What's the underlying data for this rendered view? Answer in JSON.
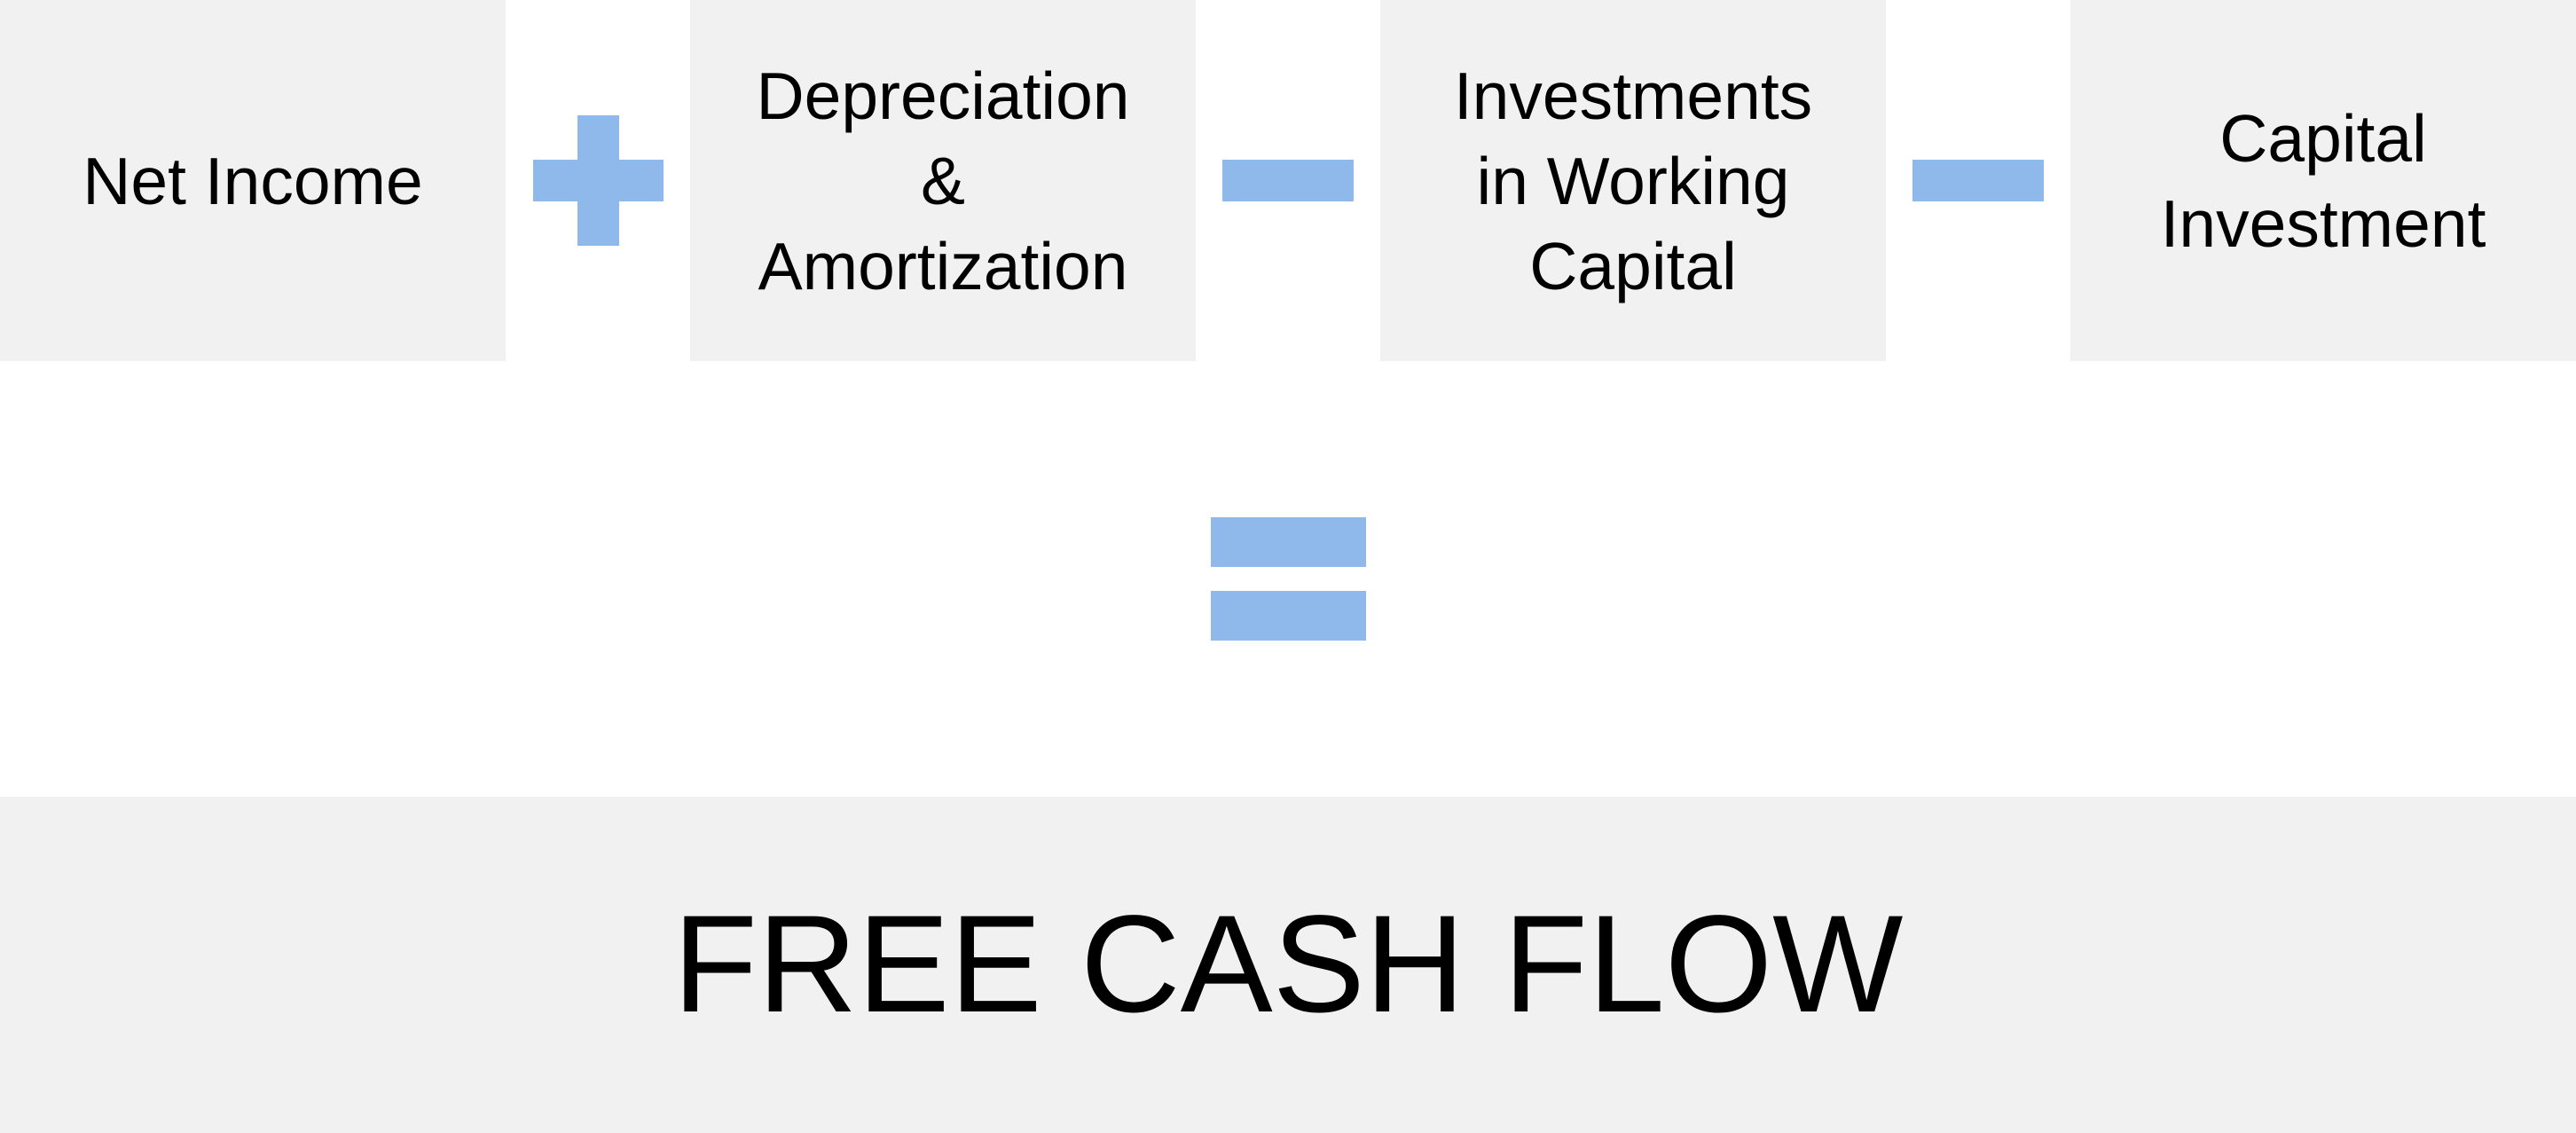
{
  "formula": {
    "terms": [
      {
        "id": "net-income",
        "label": "Net Income"
      },
      {
        "id": "depreciation-amortization",
        "label": "Depreciation\n&\nAmortization"
      },
      {
        "id": "investments-working-capital",
        "label": "Investments\nin Working\nCapital"
      },
      {
        "id": "capital-investment",
        "label": "Capital\nInvestment"
      }
    ],
    "operators": [
      {
        "icon": "plus-icon",
        "meaning": "+"
      },
      {
        "icon": "minus-icon",
        "meaning": "−"
      },
      {
        "icon": "minus-icon",
        "meaning": "−"
      },
      {
        "icon": "equals-icon",
        "meaning": "="
      }
    ],
    "result_label": "FREE CASH FLOW"
  },
  "colors": {
    "box_background": "#F1F1F2",
    "operator_blue": "#8FB8EB",
    "text": "#000000",
    "page_background": "#FFFFFF"
  }
}
